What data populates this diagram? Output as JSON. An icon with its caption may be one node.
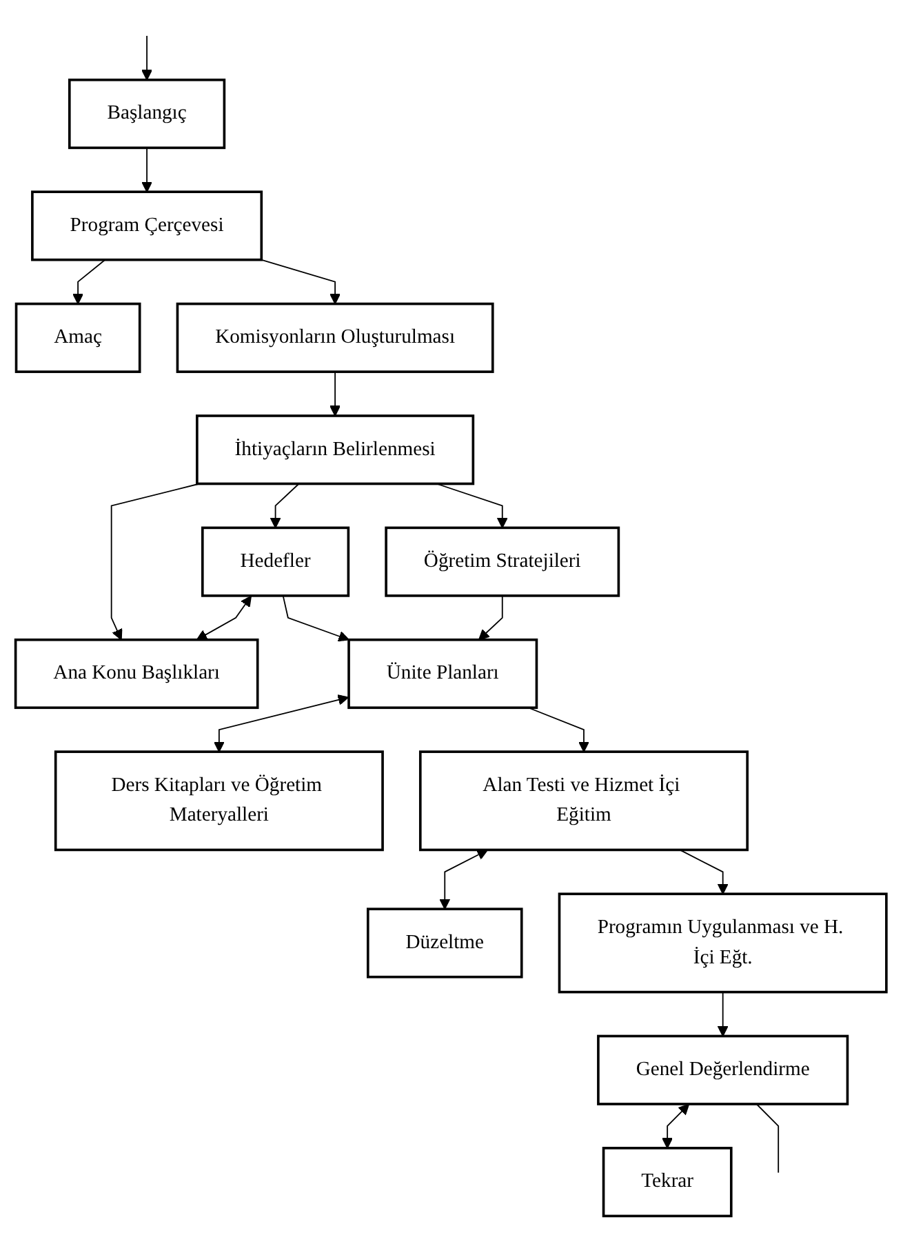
{
  "diagram": {
    "nodes": [
      {
        "text": [
          "Başlangıç"
        ]
      },
      {
        "text": [
          "Program Çerçevesi"
        ]
      },
      {
        "text": [
          "Amaç"
        ]
      },
      {
        "text": [
          "Komisyonların Oluşturulması"
        ]
      },
      {
        "text": [
          "İhtiyaçların Belirlenmesi"
        ]
      },
      {
        "text": [
          "Hedefler"
        ]
      },
      {
        "text": [
          "Ana Konu Başlıkları"
        ]
      },
      {
        "text": [
          "Öğretim Stratejileri"
        ]
      },
      {
        "text": [
          "Ünite Planları"
        ]
      },
      {
        "text": [
          "Ders Kitapları ve Öğretim Materyalleri"
        ]
      },
      {
        "text": [
          "Alan Testi ve Hizmet İçi Eğitim"
        ]
      },
      {
        "text": [
          "Düzeltme"
        ]
      },
      {
        "text": [
          "Programın Uygulanması ve H. İçi Eğt."
        ]
      },
      {
        "text": [
          "Genel Değerlendirme"
        ]
      },
      {
        "text": [
          "Tekrar"
        ]
      }
    ],
    "edges": [
      {
        "from": 0,
        "to": 1,
        "arrow": "to"
      },
      {
        "from": 1,
        "to": 2,
        "arrow": "to"
      },
      {
        "from": 1,
        "to": 3,
        "arrow": "to"
      },
      {
        "from": 3,
        "to": 4,
        "arrow": "to"
      },
      {
        "from": 4,
        "to": 5,
        "arrow": "to"
      },
      {
        "from": 4,
        "to": 6,
        "arrow": "to"
      },
      {
        "from": 5,
        "to": 6,
        "arrow": "both"
      },
      {
        "from": 4,
        "to": 7,
        "arrow": "to"
      },
      {
        "from": 5,
        "to": 8,
        "arrow": "to"
      },
      {
        "from": 7,
        "to": 8,
        "arrow": "to"
      },
      {
        "from": 8,
        "to": 9,
        "arrow": "both"
      },
      {
        "from": 8,
        "to": 10,
        "arrow": "to"
      },
      {
        "from": 10,
        "to": 11,
        "arrow": "both"
      },
      {
        "from": 10,
        "to": 12,
        "arrow": "to"
      },
      {
        "from": 12,
        "to": 13,
        "arrow": "to"
      },
      {
        "from": 13,
        "to": 14,
        "arrow": "both"
      },
      {
        "from": 13,
        "to": null,
        "arrow": "none"
      },
      {
        "from": null,
        "to": 0,
        "arrow": "to"
      }
    ]
  }
}
